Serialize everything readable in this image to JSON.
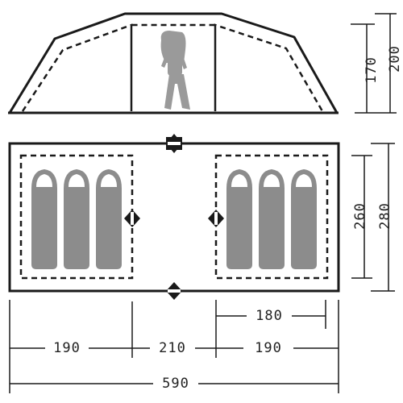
{
  "side_view": {
    "height_outer": "200",
    "height_inner": "170"
  },
  "floor_plan": {
    "width_outer": "280",
    "width_inner": "260"
  },
  "dimensions": {
    "bedroom_inner_width": "180",
    "left_section": "190",
    "middle_section": "210",
    "right_section": "190",
    "total_length": "590"
  },
  "icons": {
    "person": "hiker-silhouette-icon",
    "sleeping_bag": "sleeping-bag-icon",
    "door": "door-marker-icon"
  },
  "colors": {
    "outline": "#1a1a1a",
    "sleeping_bag": "#8c8c8c",
    "person": "#9a9a9a",
    "walls": "#ffffff"
  }
}
